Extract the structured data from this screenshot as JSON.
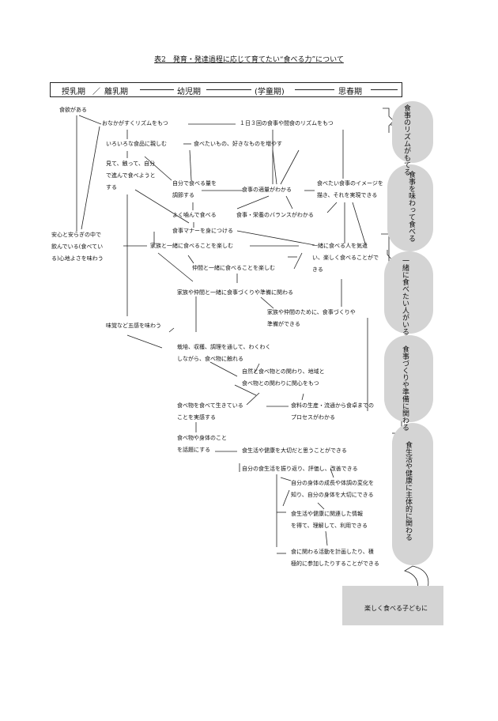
{
  "title": "表2　発育・発達過程に応じて育てたい“食べる力”について",
  "stages": {
    "nyuji": "授乳期",
    "slash": "／",
    "rinyu": "離乳期",
    "yoji": "幼児期",
    "gakudo": "(学童期)",
    "shishun": "思春期"
  },
  "nodes": {
    "n1": [
      "食欲がある"
    ],
    "n2": [
      "おなかがすくリズムをもつ"
    ],
    "n3": [
      "１日３回の食事や間食のリズムをもつ"
    ],
    "n4": [
      "いろいろな食品に親しむ"
    ],
    "n5": [
      "食べたいもの、好きなものを増やす"
    ],
    "n6": [
      "見て、触って、自分",
      "で進んで食べようと",
      "する"
    ],
    "n7": [
      "自分で食べる量を",
      "調節する"
    ],
    "n8": [
      "食事の適量がわかる"
    ],
    "n9": [
      "食べたい食事のイメージを",
      "描き、それを実現できる"
    ],
    "n10": [
      "よく噛んで食べる"
    ],
    "n11": [
      "食事・栄養のバランスがわかる"
    ],
    "n12": [
      "食事マナーを身につける"
    ],
    "n13": [
      "安心と安らぎの中で",
      "飲んでいる(食べてい",
      "る)心地よさを味わう"
    ],
    "n14": [
      "家族と一緒に食べることを楽しむ"
    ],
    "n15": [
      "一緒に食べる人を気遣",
      "い、楽しく食べることがで",
      "きる"
    ],
    "n16": [
      "仲間と一緒に食べることを楽しむ"
    ],
    "n17": [
      "家族や仲間と一緒に食事づくりや準備に関わる"
    ],
    "n18": [
      "家族や仲間のために、食事づくりや",
      "準備ができる"
    ],
    "n19": [
      "味覚など五感を味わう"
    ],
    "n20": [
      "栽培、収穫、調理を通して、わくわく",
      "しながら、食べ物に触れる"
    ],
    "n21": [
      "自然と食べ物との関わり、地域と",
      "食べ物との関わりに関心をもつ"
    ],
    "n22": [
      "食べ物を食べて生きている",
      "ことを実感する"
    ],
    "n23": [
      "食料の生産・流通から食卓までの",
      "プロセスがわかる"
    ],
    "n24": [
      "食べ物や身体のこと",
      "を話題にする"
    ],
    "n25": [
      "食生活や健康を大切だと思うことができる"
    ],
    "n26": [
      "自分の食生活を振り返り、評価し、改善できる"
    ],
    "n27": [
      "自分の身体の成長や体調の変化を",
      "知り、自分の身体を大切にできる"
    ],
    "n28": [
      "食生活や健康に関連した情報",
      "を得て、理解して、利用できる"
    ],
    "n29": [
      "食に関わる活動を計画したり、積",
      "極的に参加したりすることができる"
    ]
  },
  "goals": {
    "g1": [
      "食事のリズム",
      "がもてる"
    ],
    "g2": [
      "食事を味わって食べる"
    ],
    "g3": [
      "一緒に食べたい",
      "人がいる"
    ],
    "g4": [
      "食事づくりや準備",
      "に関わる"
    ],
    "g5": [
      "食生活や健康に主体的に",
      "関わる"
    ]
  },
  "final_goal": "楽しく食べる子どもに",
  "colors": {
    "pill": "#d4d4d4",
    "line": "#222222"
  }
}
